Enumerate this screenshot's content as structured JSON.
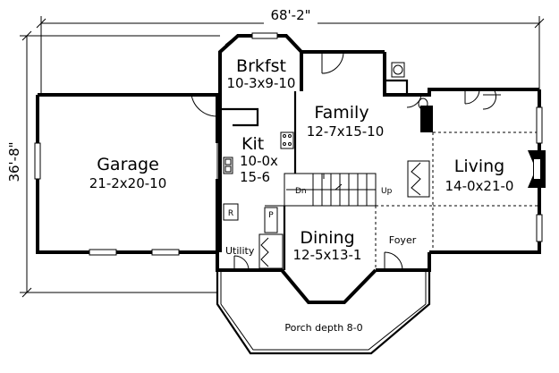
{
  "dimensions": {
    "width": "68'-2\"",
    "depth": "36'-8\""
  },
  "rooms": {
    "breakfast": {
      "name": "Brkfst",
      "size": "10-3x9-10"
    },
    "family": {
      "name": "Family",
      "size": "12-7x15-10"
    },
    "kitchen": {
      "name": "Kit",
      "size_line1": "10-0x",
      "size_line2": "15-6"
    },
    "garage": {
      "name": "Garage",
      "size": "21-2x20-10"
    },
    "living": {
      "name": "Living",
      "size": "14-0x21-0"
    },
    "dining": {
      "name": "Dining",
      "size": "12-5x13-1"
    },
    "utility": {
      "name": "Utility"
    },
    "foyer": {
      "name": "Foyer"
    }
  },
  "labels": {
    "porch": "Porch depth 8-0",
    "stair_down": "Dn",
    "stair_up": "Up",
    "refrigerator": "R",
    "pantry": "P"
  }
}
